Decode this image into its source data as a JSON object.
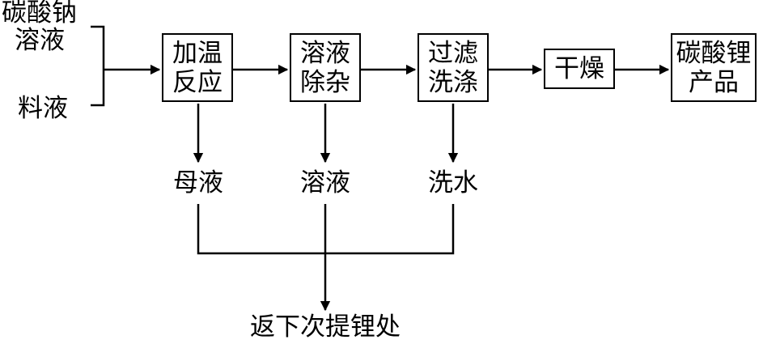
{
  "inputs": {
    "sodium_carbonate_line1": "碳酸钠",
    "sodium_carbonate_line2": "溶液",
    "feed_liquid": "料液"
  },
  "steps": [
    {
      "line1": "加温",
      "line2": "反应"
    },
    {
      "line1": "溶液",
      "line2": "除杂"
    },
    {
      "line1": "过滤",
      "line2": "洗涤"
    },
    {
      "line1": "干燥",
      "line2": ""
    },
    {
      "line1": "碳酸锂",
      "line2": "产品"
    }
  ],
  "byproducts": [
    "母液",
    "溶液",
    "洗水"
  ],
  "recycle": "返下次提锂处"
}
